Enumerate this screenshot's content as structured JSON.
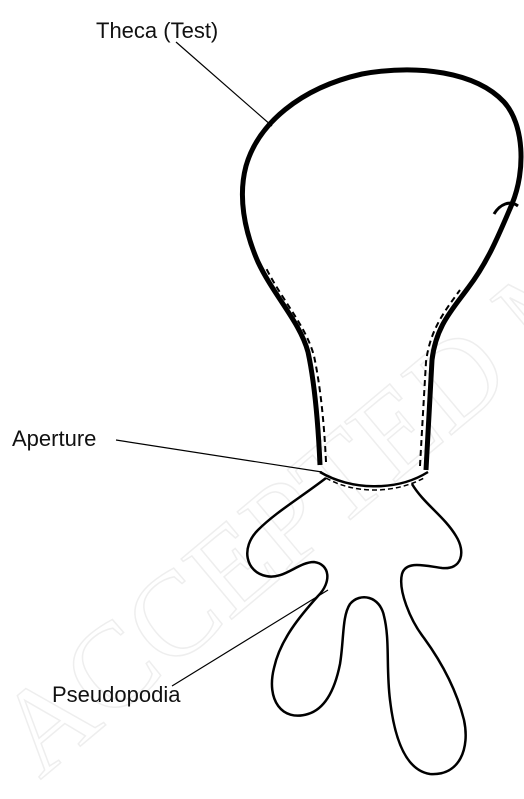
{
  "labels": {
    "theca": "Theca (Test)",
    "aperture": "Aperture",
    "pseudopodia": "Pseudopodia"
  },
  "watermark": {
    "text": "ACCEPTED MANUSCRIPT",
    "color": "#d9d9d9"
  },
  "colors": {
    "ink": "#000000",
    "background": "#ffffff"
  }
}
